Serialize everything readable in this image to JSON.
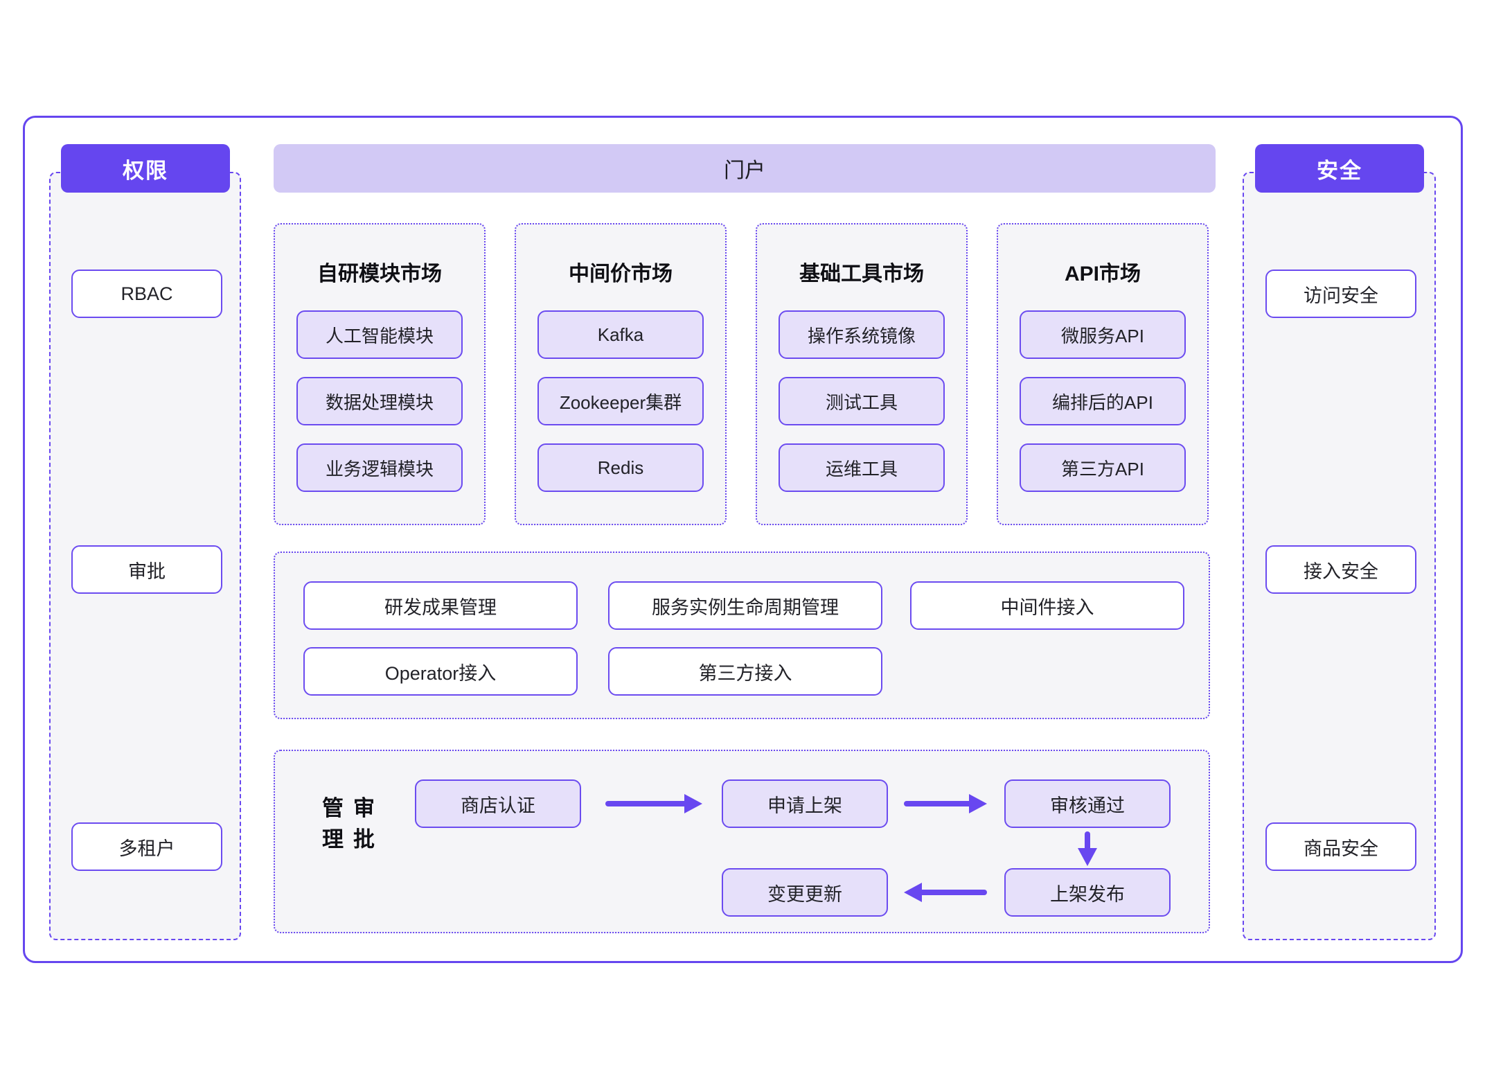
{
  "colors": {
    "accent_purple": "#6546EF",
    "border_purple": "#6B4BF0",
    "dashed_purple": "#6847F0",
    "portal_header_bg": "#D2C9F5",
    "item_fill": "#E6E0FA",
    "panel_bg": "#F5F5F8",
    "text_dark": "#1c1c22"
  },
  "left_panel": {
    "header": "权限",
    "items": [
      "RBAC",
      "审批",
      "多租户"
    ]
  },
  "portal": {
    "title": "门户"
  },
  "markets": [
    {
      "title": "自研模块市场",
      "items": [
        "人工智能模块",
        "数据处理模块",
        "业务逻辑模块"
      ]
    },
    {
      "title": "中间价市场",
      "items": [
        "Kafka",
        "Zookeeper集群",
        "Redis"
      ]
    },
    {
      "title": "基础工具市场",
      "items": [
        "操作系统镜像",
        "测试工具",
        "运维工具"
      ]
    },
    {
      "title": "API市场",
      "items": [
        "微服务API",
        "编排后的API",
        "第三方API"
      ]
    }
  ],
  "management": {
    "row1": [
      "研发成果管理",
      "服务实例生命周期管理",
      "中间件接入"
    ],
    "row2": [
      "Operator接入",
      "第三方接入"
    ]
  },
  "approval": {
    "label": "审批管理",
    "steps": [
      "商店认证",
      "申请上架",
      "审核通过",
      "上架发布",
      "变更更新"
    ]
  },
  "right_panel": {
    "header": "安全",
    "items": [
      "访问安全",
      "接入安全",
      "商品安全"
    ]
  }
}
